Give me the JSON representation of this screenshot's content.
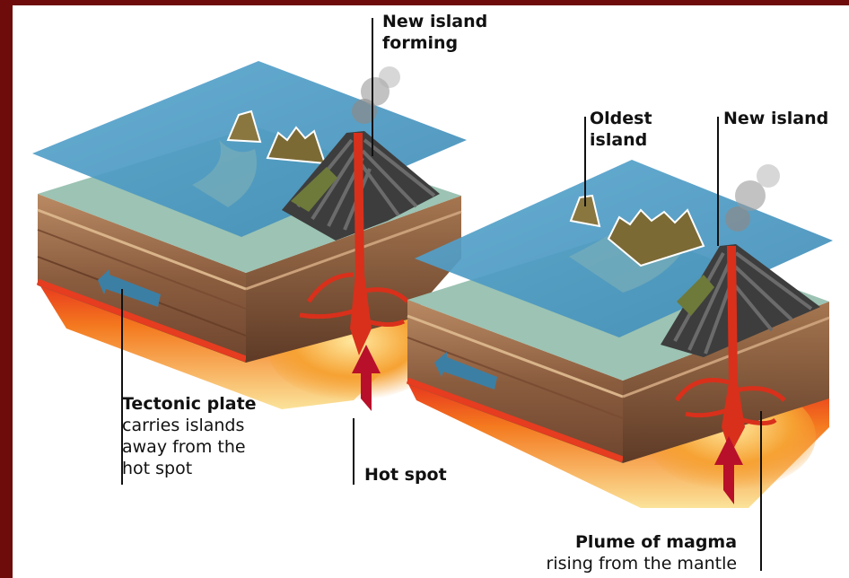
{
  "labels": {
    "new_island_forming": [
      "New island",
      "forming"
    ],
    "oldest_island": [
      "Oldest",
      "island"
    ],
    "new_island": "New island",
    "tectonic_plate": {
      "title": "Tectonic plate",
      "lines": [
        "carries islands",
        "away from the",
        "hot spot"
      ]
    },
    "hot_spot": "Hot spot",
    "plume": {
      "title": "Plume of magma",
      "line": "rising from the mantle"
    }
  },
  "colors": {
    "frame": "#6e0b0b",
    "ocean": "#4f9cc4",
    "sea_floor": "#8fb9a8",
    "crust": "#8a5a3c",
    "magma": "#e0301c",
    "mantle": "#f3b13a",
    "arrow_plate": "#3c7fa4",
    "arrow_hotspot": "#b8102a"
  },
  "icons": [
    "plate-motion-arrow-icon",
    "rising-arrow-icon",
    "smoke-plume-icon"
  ]
}
